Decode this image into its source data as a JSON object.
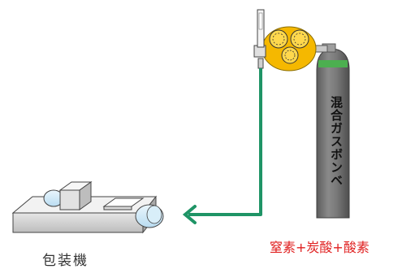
{
  "diagram": {
    "cylinder_label": "混合ガスボンベ",
    "gas_mixture_label": "窒素+炭酸+酸素",
    "machine_label": "包装機"
  },
  "colors": {
    "pipe": "#1f9466",
    "cylinder_body": "#6e6e6e",
    "cylinder_band": "#4caf50",
    "regulator": "#f5b800",
    "gas_label_text": "#e02020",
    "machine_roller": "#cfe8f7"
  }
}
